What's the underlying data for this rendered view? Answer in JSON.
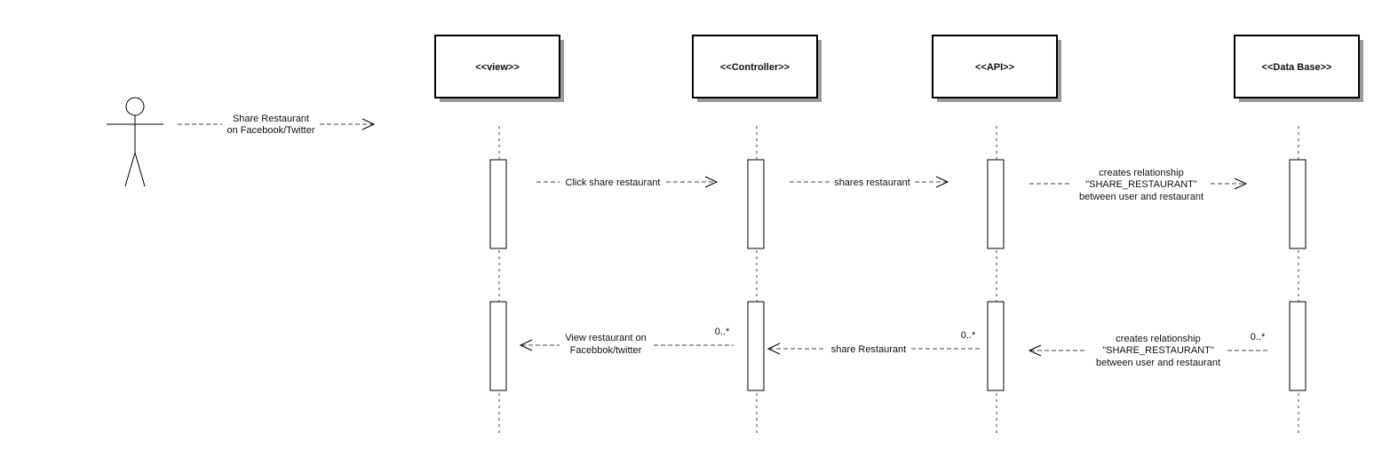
{
  "actor": {
    "message": [
      "Share Restaurant",
      "on Facebook/Twitter"
    ]
  },
  "lifelines": [
    {
      "id": "view",
      "title": "<<view>>"
    },
    {
      "id": "controller",
      "title": "<<Controller>>"
    },
    {
      "id": "api",
      "title": "<<API>>"
    },
    {
      "id": "database",
      "title": "<<Data Base>>"
    }
  ],
  "messages": [
    {
      "id": "click-share-restaurant",
      "lines": [
        "Click share restaurant"
      ],
      "multiplicity": ""
    },
    {
      "id": "shares-restaurant",
      "lines": [
        "shares restaurant"
      ],
      "multiplicity": ""
    },
    {
      "id": "creates-relationship-forward",
      "lines": [
        "creates relationship",
        "\"SHARE_RESTAURANT\"",
        "between user and restaurant"
      ],
      "multiplicity": ""
    },
    {
      "id": "creates-relationship-return",
      "lines": [
        "creates relationship",
        "\"SHARE_RESTAURANT\"",
        "between user and restaurant"
      ],
      "multiplicity": "0..*"
    },
    {
      "id": "share-restaurant-return",
      "lines": [
        "share Restaurant"
      ],
      "multiplicity": "0..*"
    },
    {
      "id": "view-restaurant-return",
      "lines": [
        "View restaurant on",
        "Facebbok/twitter"
      ],
      "multiplicity": "0..*"
    }
  ],
  "colors": {
    "stroke": "#000000",
    "shadow": "#9a9a9a",
    "dash": "#444444"
  }
}
